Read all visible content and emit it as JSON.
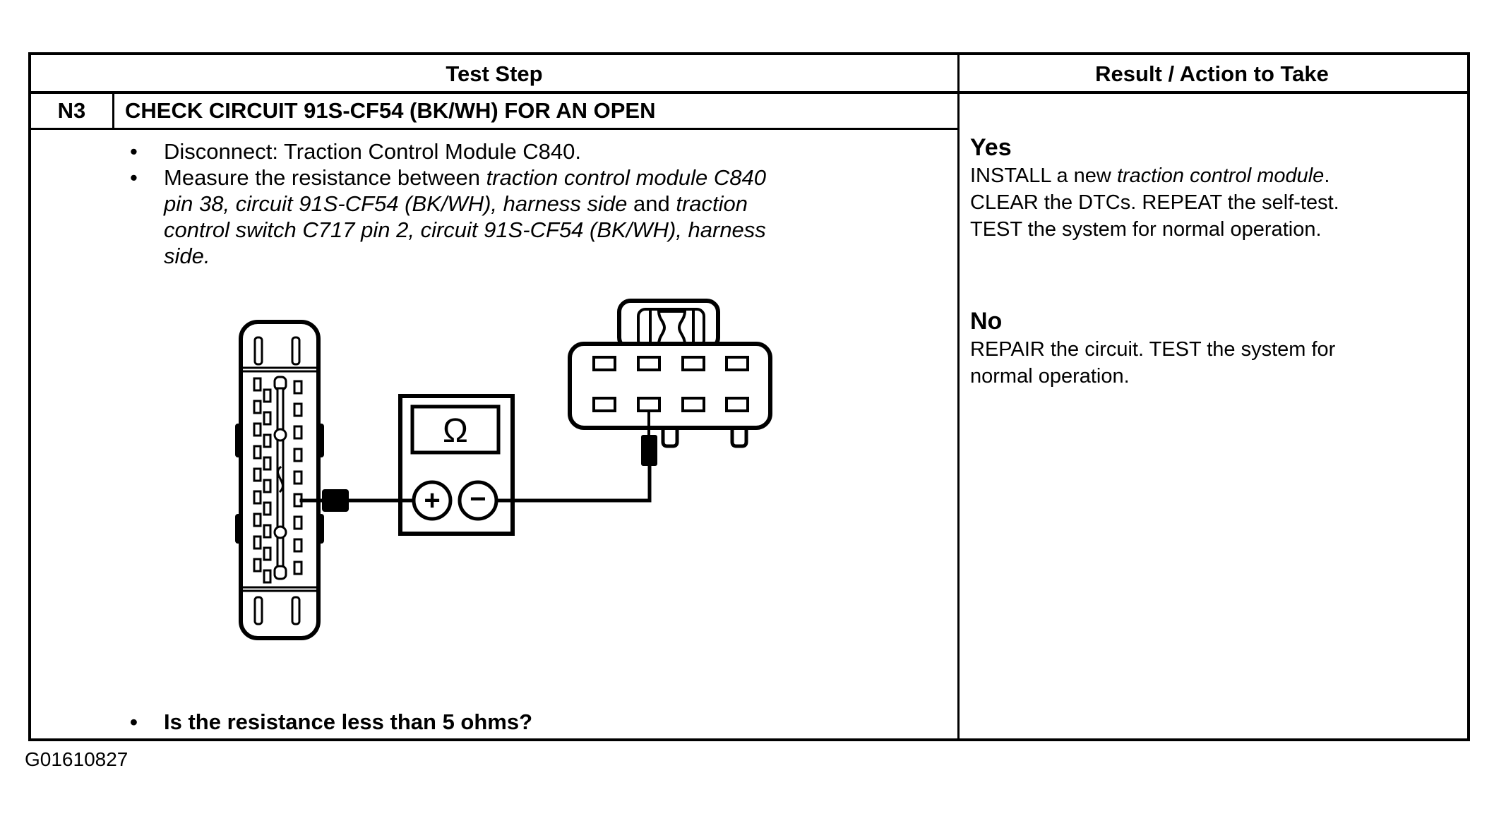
{
  "header": {
    "test_step_label": "Test Step",
    "result_label": "Result / Action to Take"
  },
  "step": {
    "id": "N3",
    "title": "CHECK CIRCUIT 91S-CF54 (BK/WH) FOR AN OPEN",
    "bullet_char": "•",
    "bullets": [
      {
        "parts": [
          {
            "t": "Disconnect: Traction Control Module C840.",
            "i": false
          }
        ]
      },
      {
        "parts": [
          {
            "t": "Measure the resistance between ",
            "i": false
          },
          {
            "t": "traction control module C840\npin 38, circuit 91S-CF54 (BK/WH), harness side",
            "i": true
          },
          {
            "t": " and ",
            "i": false
          },
          {
            "t": "traction\ncontrol switch C717 pin 2, circuit 91S-CF54 (BK/WH), harness\nside.",
            "i": true
          }
        ]
      }
    ],
    "question": "Is the resistance less than 5 ohms?"
  },
  "results": [
    {
      "label": "Yes",
      "parts": [
        {
          "t": "INSTALL a new ",
          "i": false
        },
        {
          "t": "traction control module",
          "i": true
        },
        {
          "t": ".\nCLEAR the DTCs. REPEAT the self-test.\nTEST the system for normal operation.",
          "i": false
        }
      ]
    },
    {
      "label": "No",
      "parts": [
        {
          "t": "REPAIR the circuit. TEST the system for\nnormal operation.",
          "i": false
        }
      ]
    }
  ],
  "diagram": {
    "meter_display_symbol": "Ω",
    "positive_terminal_label": "+",
    "negative_terminal_label": "−"
  },
  "footer": {
    "figure_id": "G01610827"
  }
}
